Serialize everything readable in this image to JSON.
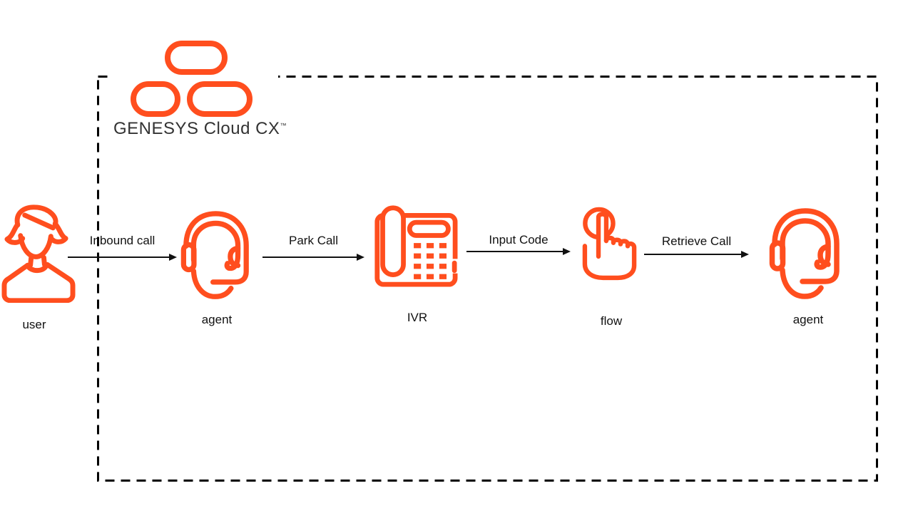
{
  "brand": {
    "name": "GENESYS",
    "product": "Cloud CX",
    "trademark": "™"
  },
  "colors": {
    "accent": "#FF4E1E",
    "text": "#111111",
    "boundary": "#000000"
  },
  "boundary": {
    "style": "dashed",
    "meaning": "Genesys Cloud CX platform scope"
  },
  "nodes": [
    {
      "id": "user",
      "label": "user",
      "icon": "woman-user-icon"
    },
    {
      "id": "agent-1",
      "label": "agent",
      "icon": "headset-agent-icon"
    },
    {
      "id": "ivr",
      "label": "IVR",
      "icon": "desk-phone-icon"
    },
    {
      "id": "flow",
      "label": "flow",
      "icon": "tap-gesture-icon"
    },
    {
      "id": "agent-2",
      "label": "agent",
      "icon": "headset-agent-icon"
    }
  ],
  "arrows": [
    {
      "label": "Inbound call",
      "from": "user",
      "to": "agent-1"
    },
    {
      "label": "Park Call",
      "from": "agent-1",
      "to": "ivr"
    },
    {
      "label": "Input Code",
      "from": "ivr",
      "to": "flow"
    },
    {
      "label": "Retrieve Call",
      "from": "flow",
      "to": "agent-2"
    }
  ]
}
